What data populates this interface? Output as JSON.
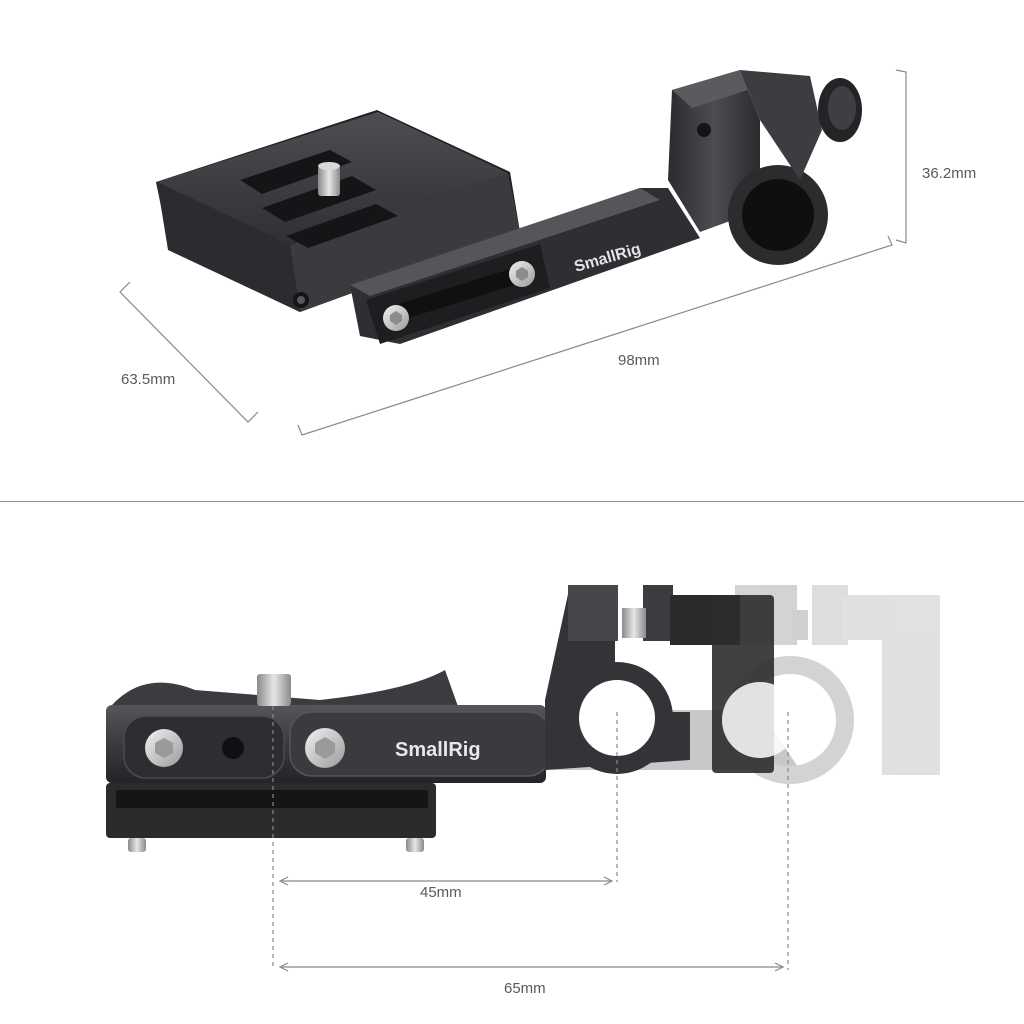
{
  "brand": "SmallRig",
  "dimensions": {
    "height": "36.2mm",
    "length": "98mm",
    "width": "63.5mm",
    "adjust_short": "45mm",
    "adjust_long": "65mm"
  },
  "colors": {
    "metal_dark": "#2b2c2e",
    "metal_mid": "#4a4b4e",
    "metal_light": "#6b6c70",
    "ghost": "#bdbdbd",
    "dimension_line": "#8a8a8a",
    "text": "#5a5a5a"
  }
}
